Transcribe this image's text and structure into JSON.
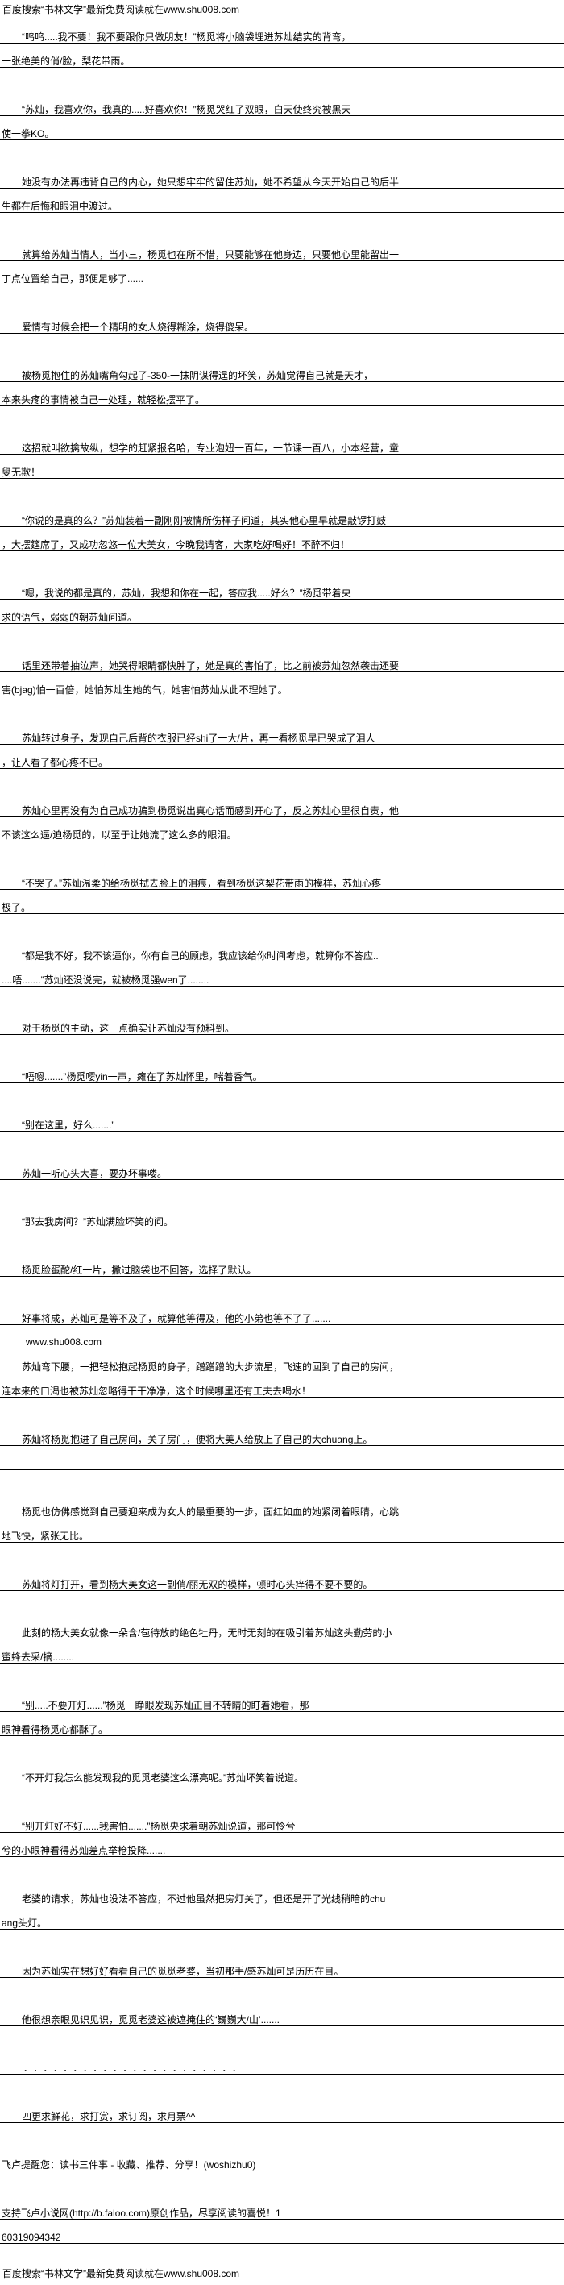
{
  "header": {
    "text": "百度搜索“书林文学”最新免费阅读就在www.shu008.com"
  },
  "blocks": [
    {
      "lines": [
        "“呜呜.....我不要！我不要跟你只做朋友！”杨觅将小脑袋埋进苏灿结实的背弯，",
        "一张绝美的俏/脸，梨花带雨。"
      ]
    },
    {
      "lines": [
        "“苏灿，我喜欢你，我真的.....好喜欢你！”杨觅哭红了双眼，白天使终究被黑天",
        "使一拳KO。"
      ]
    },
    {
      "lines": [
        "她没有办法再违背自己的内心，她只想牢牢的留住苏灿，她不希望从今天开始自己的后半",
        "生都在后悔和眼泪中渡过。"
      ]
    },
    {
      "lines": [
        "就算给苏灿当情人，当小三，杨觅也在所不惜，只要能够在他身边，只要他心里能留出一",
        "丁点位置给自己，那便足够了......"
      ]
    },
    {
      "lines": [
        "爱情有时候会把一个精明的女人烧得糊涂，烧得傻呆。"
      ]
    },
    {
      "lines": [
        "被杨觅抱住的苏灿嘴角勾起了-350-一抹阴谋得逞的坏笑，苏灿觉得自己就是天才，",
        "本来头疼的事情被自己一处理，就轻松摆平了。"
      ]
    },
    {
      "lines": [
        "这招就叫欲擒故纵，想学的赶紧报名哈，专业泡妞一百年，一节课一百八，小本经营，童",
        "叟无欺！"
      ]
    },
    {
      "lines": [
        "“你说的是真的么？”苏灿装着一副刚刚被情所伤样子问道，其实他心里早就是敲锣打鼓",
        "，大摆筵席了，又成功忽悠一位大美女，今晚我请客，大家吃好喝好！不醉不归！"
      ]
    },
    {
      "lines": [
        "“嗯，我说的都是真的，苏灿，我想和你在一起，答应我.....好么？”杨觅带着央",
        "求的语气，弱弱的朝苏灿问道。"
      ]
    },
    {
      "lines": [
        "话里还带着抽泣声，她哭得眼睛都快肿了，她是真的害怕了，比之前被苏灿忽然袭击还要",
        "害(bjag)怕一百倍，她怕苏灿生她的气，她害怕苏灿从此不理她了。"
      ]
    },
    {
      "lines": [
        "苏灿转过身子，发现自己后背的衣服已经shi了一大/片，再一看杨觅早已哭成了泪人",
        "，让人看了都心疼不已。"
      ]
    },
    {
      "lines": [
        "苏灿心里再没有为自己成功骗到杨觅说出真心话而感到开心了，反之苏灿心里很自责，他",
        "不该这么逼/迫杨觅的，以至于让她流了这么多的眼泪。"
      ]
    },
    {
      "lines": [
        "“不哭了。”苏灿温柔的给杨觅拭去脸上的泪痕，看到杨觅这梨花带雨的模样，苏灿心疼",
        "极了。"
      ]
    },
    {
      "lines": [
        "“都是我不好，我不该逼你，你有自己的顾虑，我应该给你时间考虑，就算你不答应..",
        "....唔.......”苏灿还没说完，就被杨觅强wen了........"
      ]
    },
    {
      "lines": [
        "对于杨觅的主动，这一点确实让苏灿没有预料到。"
      ]
    },
    {
      "lines": [
        "“唔嗯.......”杨觅嘤yin一声，瘫在了苏灿怀里，喘着香气。"
      ]
    },
    {
      "lines": [
        "“别在这里，好么.......”"
      ]
    },
    {
      "lines": [
        "苏灿一听心头大喜，要办坏事喽。"
      ]
    },
    {
      "lines": [
        "“那去我房间？”苏灿满脸坏笑的问。"
      ]
    },
    {
      "lines": [
        "杨觅脸蛋酡/红一片，撇过脑袋也不回答，选择了默认。"
      ]
    },
    {
      "lines": [
        "好事将成，苏灿可是等不及了，就算他等得及，他的小弟也等不了了......."
      ]
    },
    {
      "note": "www.shu008.com"
    },
    {
      "lines": [
        "苏灿弯下腰，一把轻松抱起杨觅的身子，蹭蹭蹭的大步流星，飞速的回到了自己的房间，",
        "连本来的口渴也被苏灿忽略得干干净净，这个时候哪里还有工夫去喝水！"
      ]
    },
    {
      "lines": [
        "苏灿将杨觅抱进了自己房间，关了房门，便将大美人给放上了自己的大chuang上。",
        ""
      ]
    },
    {
      "lines": [
        "杨觅也仿佛感觉到自己要迎来成为女人的最重要的一步，面红如血的她紧闭着眼睛，心跳",
        "地飞快，紧张无比。"
      ]
    },
    {
      "lines": [
        "苏灿将灯打开，看到杨大美女这一副俏/丽无双的模样，顿时心头痒得不要不要的。"
      ]
    },
    {
      "lines": [
        "此刻的杨大美女就像一朵含/苞待放的绝色牡丹，无时无刻的在吸引着苏灿这头勤劳的小",
        "蜜蜂去采/摘........"
      ]
    },
    {
      "lines": [
        "“别.....不要开灯......”杨觅一睁眼发现苏灿正目不转睛的盯着她看，那",
        "眼神看得杨觅心都酥了。"
      ]
    },
    {
      "lines": [
        "“不开灯我怎么能发现我的觅觅老婆这么漂亮呢。”苏灿坏笑着说道。"
      ]
    },
    {
      "lines": [
        "“别开灯好不好......我害怕.......”杨觅央求着朝苏灿说道，那可怜兮",
        "兮的小眼神看得苏灿差点举枪投降......."
      ]
    },
    {
      "lines": [
        "老婆的请求，苏灿也没法不答应，不过他虽然把房灯关了，但还是开了光线稍暗的chu",
        "ang头灯。"
      ]
    },
    {
      "lines": [
        "因为苏灿实在想好好看看自己的觅觅老婆，当初那手/感苏灿可是历历在目。"
      ]
    },
    {
      "lines": [
        "他很想亲眼见识见识，觅觅老婆这被遮掩住的‘巍巍大/山’......."
      ]
    },
    {
      "dots": "......................"
    },
    {
      "lines": [
        "四更求鲜花，求打赏，求订阅，求月票^^"
      ]
    },
    {
      "notice": [
        "飞卢提醒您：读书三件事 - 收藏、推荐、分享！(woshizhu0)"
      ]
    },
    {
      "notice": [
        "支持飞卢小说网(http://b.faloo.com)原创作品，尽享阅读的喜悦！1",
        "60319094342"
      ]
    }
  ],
  "footer": {
    "text": "百度搜索“书林文学”最新免费阅读就在www.shu008.com"
  }
}
